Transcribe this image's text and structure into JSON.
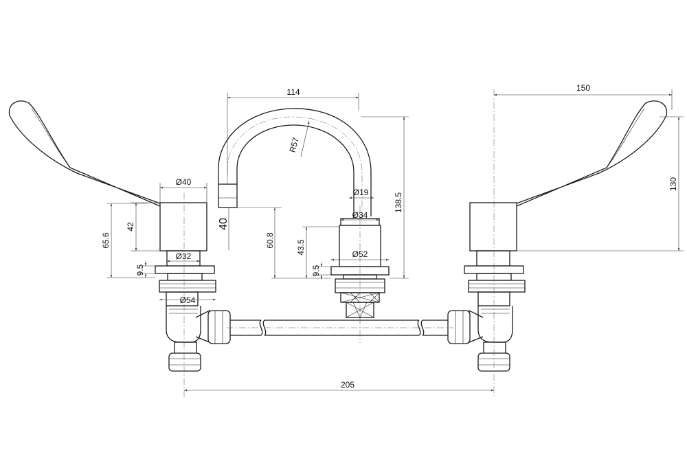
{
  "drawing": {
    "dimensions": {
      "spout_reach": "114",
      "handle_reach": "150",
      "handle_height": "130",
      "handle_body_dia": "Ø40",
      "handle_body_height": "42",
      "handle_total_height": "65.6",
      "handle_flange_thk": "9.5",
      "handle_shank_dia": "Ø32",
      "handle_nut_dia": "Ø54",
      "spout_radius": "R57",
      "spout_outlet_dia": "Ø19",
      "spout_outlet_drop": "40",
      "spout_outlet_height": "60.8",
      "spout_top_height": "138.5",
      "spout_body_dia": "Ø34",
      "spout_base_dia": "Ø52",
      "spout_base_height": "43.5",
      "spout_flange_thk": "9.5",
      "centres": "205"
    }
  }
}
